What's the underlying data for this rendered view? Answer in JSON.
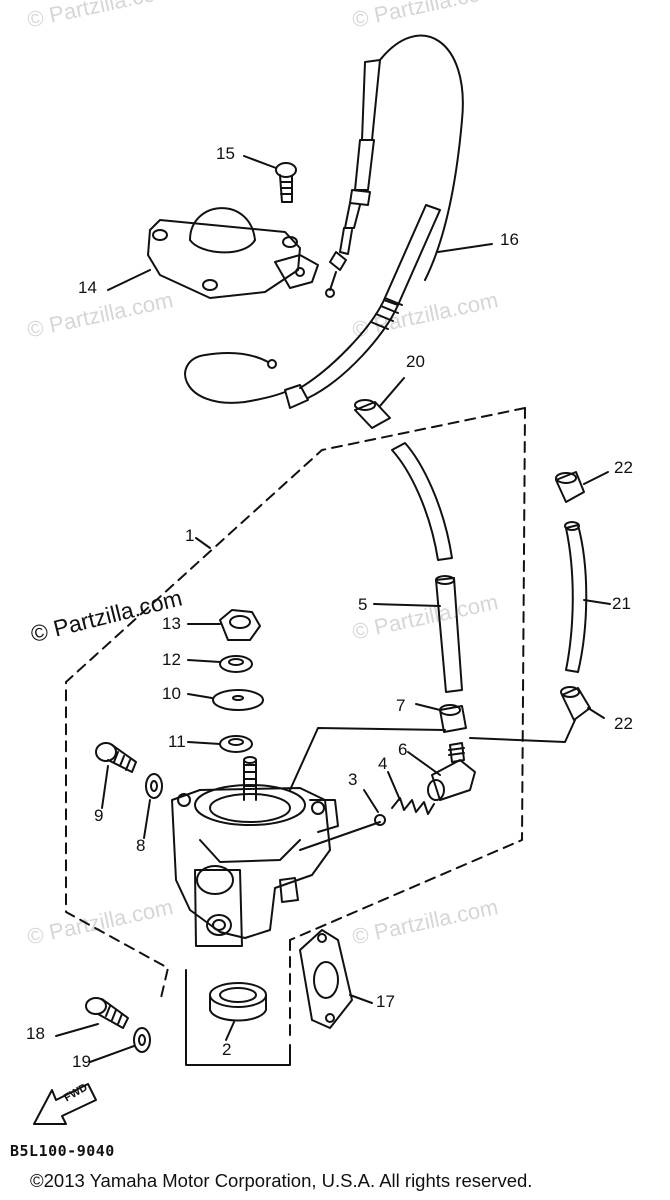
{
  "watermarks": [
    {
      "text": "© Partzilla.com"
    },
    {
      "text": "© Partzilla.com"
    },
    {
      "text": "© Partzilla.com"
    },
    {
      "text": "© Partzilla.com"
    },
    {
      "text": "© Partzilla.com"
    },
    {
      "text": "© Partzilla.com"
    }
  ],
  "watermark_main": "© Partzilla.com",
  "callouts": [
    "1",
    "2",
    "3",
    "4",
    "5",
    "6",
    "7",
    "8",
    "9",
    "10",
    "11",
    "12",
    "13",
    "14",
    "15",
    "16",
    "17",
    "18",
    "19",
    "20",
    "21",
    "22",
    "22"
  ],
  "fwd_label": "FWD",
  "diagram_code": "B5L100-9040",
  "copyright": "©2013 Yamaha Motor Corporation, U.S.A. All rights reserved."
}
